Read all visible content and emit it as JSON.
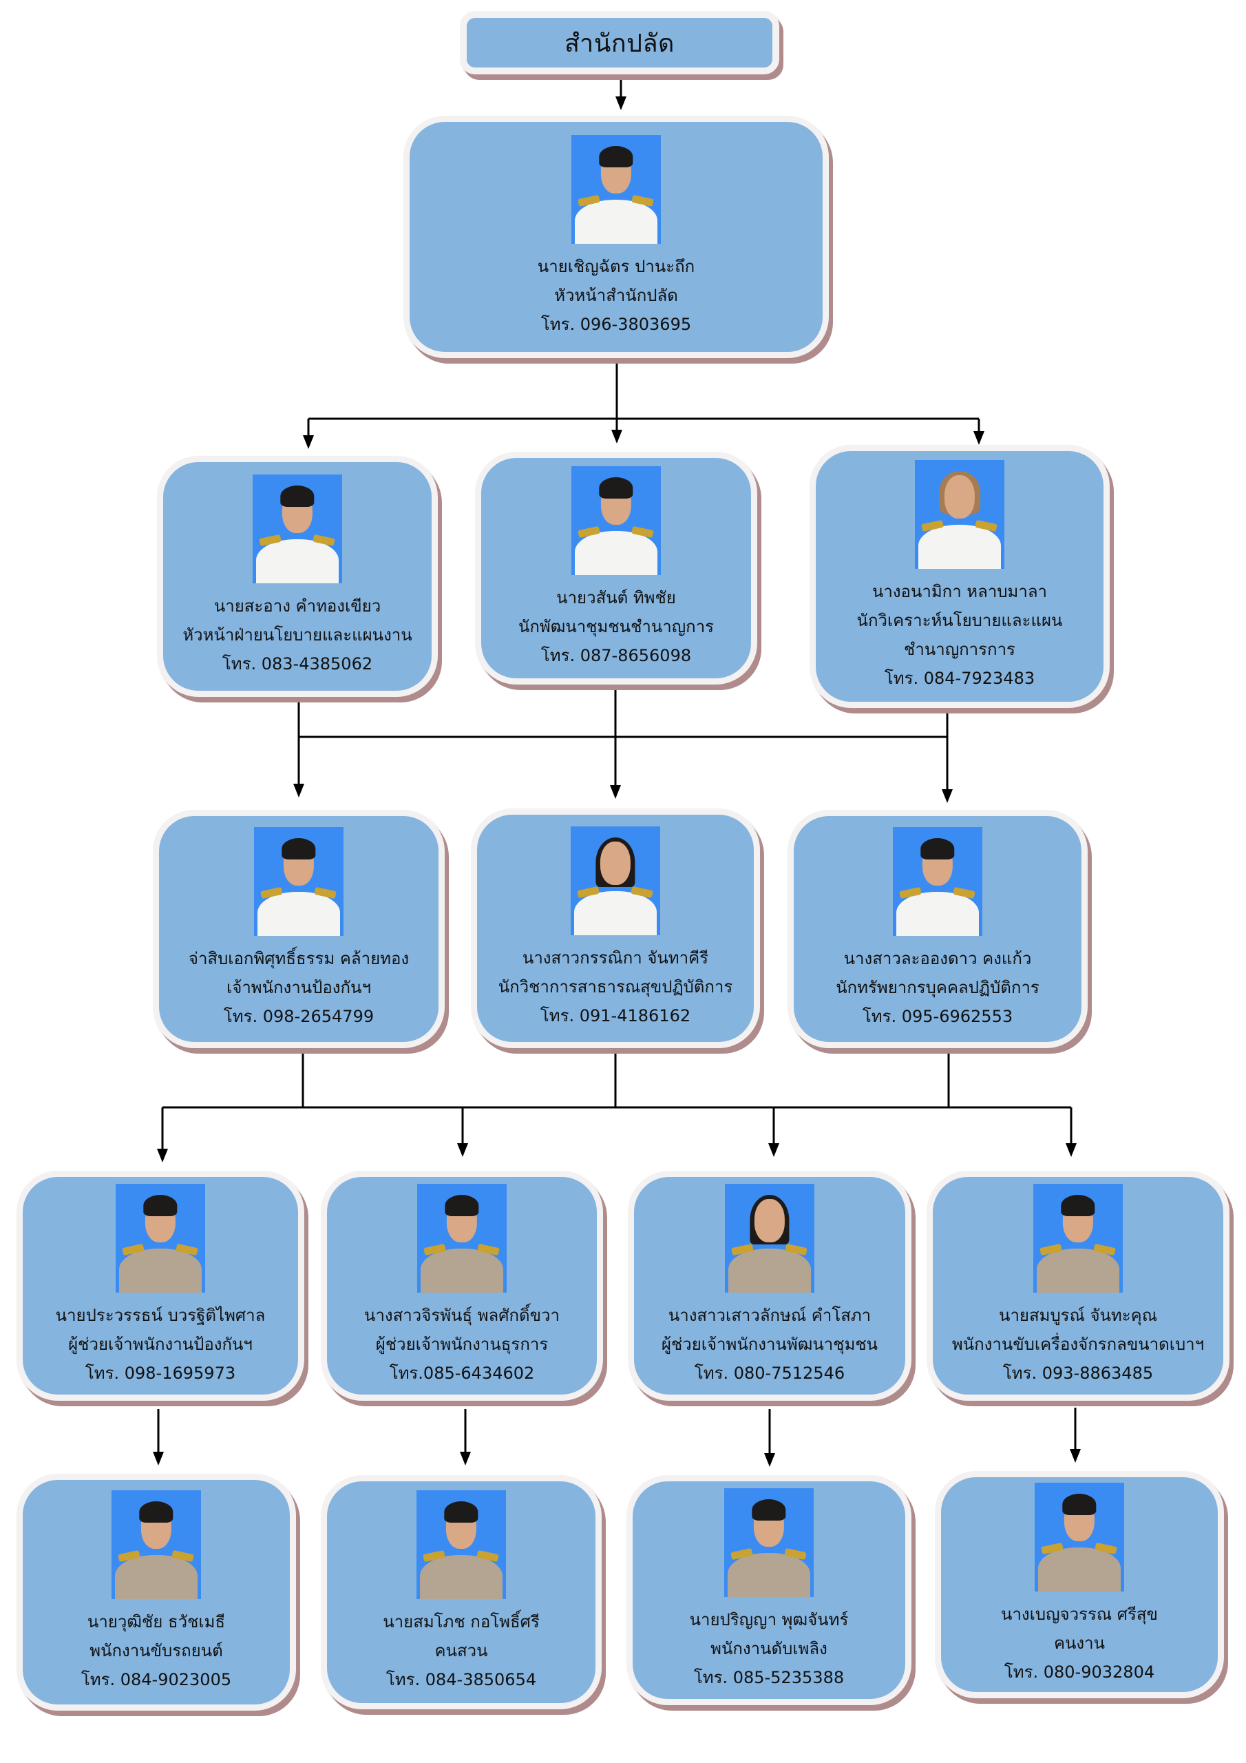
{
  "chart_title": "สำนักปลัด",
  "colors": {
    "box_fill": "#85b4df",
    "box_border": "#f3f1f1",
    "box_shadow": "#b08b8b",
    "connector": "#000000",
    "photo_background": "#3b8cf2"
  },
  "head": {
    "name": "นายเชิญฉัตร ปานะถึก",
    "position": "หัวหน้าสำนักปลัด",
    "phone": "โทร. 096-3803695",
    "photo": {
      "uniform": "white",
      "hair": "short"
    }
  },
  "level2": [
    {
      "name": "นายสะอาง  คำทองเขียว",
      "position": "หัวหน้าฝ่ายนโยบายและแผนงาน",
      "phone": "โทร. 083-4385062",
      "photo": {
        "uniform": "white",
        "hair": "short"
      }
    },
    {
      "name": "นายวสันต์ ทิพชัย",
      "position": "นักพัฒนาชุมชนชำนาญการ",
      "phone": "โทร. 087-8656098",
      "photo": {
        "uniform": "white",
        "hair": "short"
      }
    },
    {
      "name": "นางอนามิกา หลาบมาลา",
      "position": "นักวิเคราะห์นโยบายและแผน",
      "position_line2": "ชำนาญการการ",
      "phone": "โทร. 084-7923483",
      "photo": {
        "uniform": "white",
        "hair": "blonde"
      }
    }
  ],
  "level3": [
    {
      "name": "จ่าสิบเอกพิศุทธิ์ธรรม คล้ายทอง",
      "position": "เจ้าพนักงานป้องกันฯ",
      "phone": "โทร. 098-2654799",
      "photo": {
        "uniform": "white",
        "hair": "short"
      }
    },
    {
      "name": "นางสาวกรรณิกา จันทาคีรี",
      "position": "นักวิชาการสาธารณสุขปฏิบัติการ",
      "phone": "โทร. 091-4186162",
      "photo": {
        "uniform": "white",
        "hair": "long"
      }
    },
    {
      "name": "นางสาวละอองดาว คงแก้ว",
      "position": "นักทรัพยากรบุคคลปฏิบัติการ",
      "phone": "โทร. 095-6962553",
      "photo": {
        "uniform": "white",
        "hair": "short"
      }
    }
  ],
  "level4": [
    {
      "name": "นายประวรรธน์ บวรฐิติไพศาล",
      "position": "ผู้ช่วยเจ้าพนักงานป้องกันฯ",
      "phone": "โทร. 098-1695973",
      "photo": {
        "uniform": "khaki",
        "hair": "short"
      }
    },
    {
      "name": "นางสาวจิรพันธุ์ พลศักดิ์ขวา",
      "position": "ผู้ช่วยเจ้าพนักงานธุรการ",
      "phone": "โทร.085-6434602",
      "photo": {
        "uniform": "khaki",
        "hair": "short"
      }
    },
    {
      "name": "นางสาวเสาวลักษณ์ คำโสภา",
      "position": "ผู้ช่วยเจ้าพนักงานพัฒนาชุมชน",
      "phone": "โทร. 080-7512546",
      "photo": {
        "uniform": "khaki",
        "hair": "long"
      }
    },
    {
      "name": "นายสมบูรณ์ จันทะคุณ",
      "position": "พนักงานขับเครื่องจักรกลขนาดเบาฯ",
      "phone": "โทร. 093-8863485",
      "photo": {
        "uniform": "khaki",
        "hair": "short"
      }
    }
  ],
  "level5": [
    {
      "name": "นายวุฒิชัย ธวัชเมธี",
      "position": "พนักงานขับรถยนต์",
      "phone": "โทร. 084-9023005",
      "photo": {
        "uniform": "khaki",
        "hair": "short"
      }
    },
    {
      "name": "นายสมโภช กอโพธิ์ศรี",
      "position": "คนสวน",
      "phone": "โทร. 084-3850654",
      "photo": {
        "uniform": "khaki",
        "hair": "short"
      }
    },
    {
      "name": "นายปริญญา พุฒจันทร์",
      "position": "พนักงานดับเพลิง",
      "phone": "โทร. 085-5235388",
      "photo": {
        "uniform": "khaki",
        "hair": "short"
      }
    },
    {
      "name": "นางเบญจวรรณ ศรีสุข",
      "position": "คนงาน",
      "phone": "โทร. 080-9032804",
      "photo": {
        "uniform": "khaki",
        "hair": "short"
      }
    }
  ]
}
